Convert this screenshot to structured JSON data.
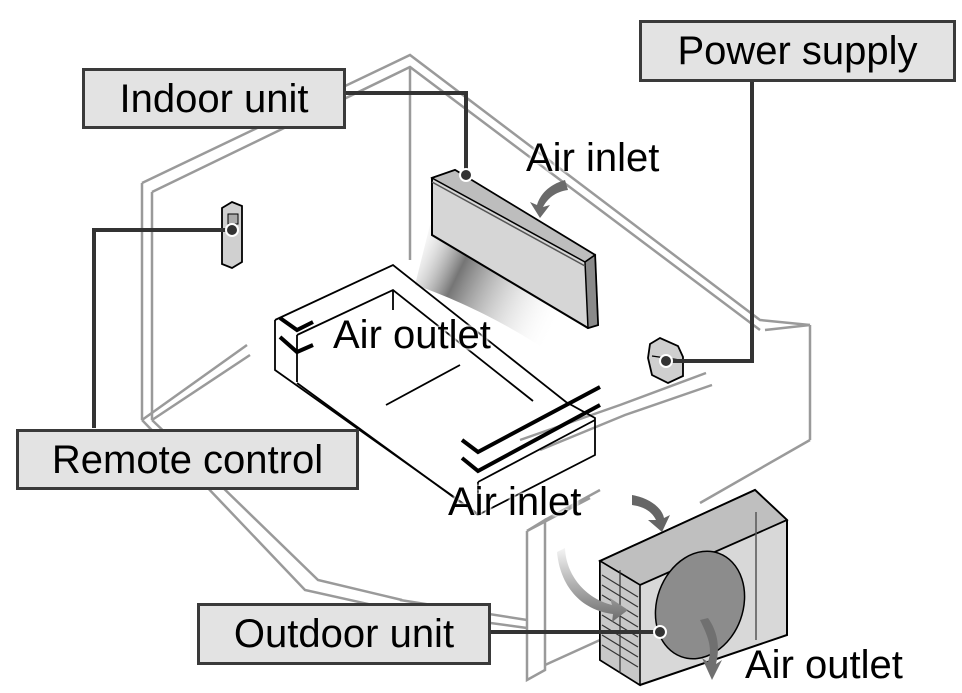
{
  "diagram": {
    "subject": "Split air conditioner installation overview",
    "labels": {
      "indoor_unit": "Indoor unit",
      "power_supply": "Power supply",
      "remote_control": "Remote control",
      "outdoor_unit": "Outdoor unit"
    },
    "airflow_labels": {
      "indoor_air_inlet": "Air inlet",
      "indoor_air_outlet": "Air outlet",
      "outdoor_air_inlet": "Air inlet",
      "outdoor_air_outlet": "Air outlet"
    },
    "colors": {
      "label_fill": "#e3e3e3",
      "label_border": "#3a3a3a",
      "leader_line": "#333333",
      "room_outline": "#9a9a9a",
      "unit_body": "#d9d9d9",
      "unit_shade": "#8a8a8a"
    }
  }
}
